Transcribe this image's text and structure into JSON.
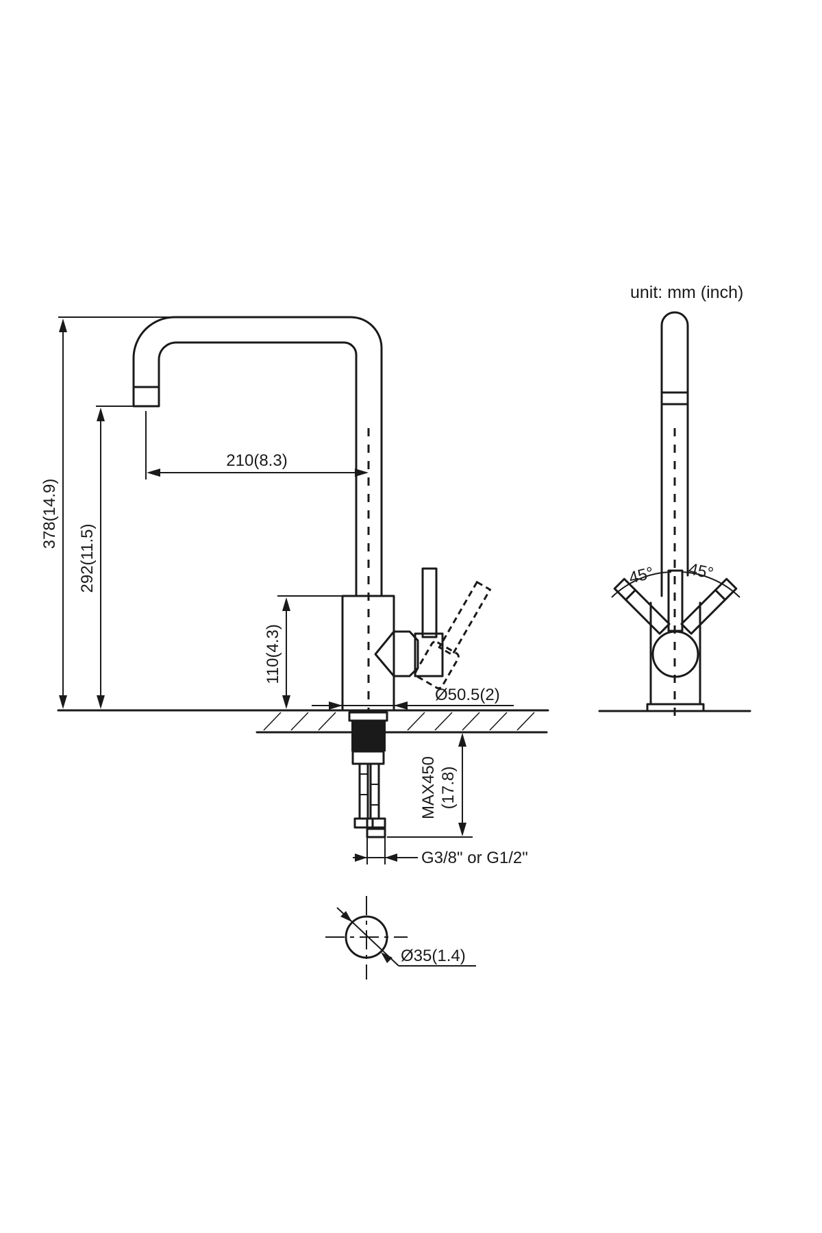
{
  "unit_label": "unit: mm (inch)",
  "dimensions": {
    "total_height": "378(14.9)",
    "spout_height": "292(11.5)",
    "spout_reach": "210(8.3)",
    "body_height": "110(4.3)",
    "base_diameter": "Ø50.5(2)",
    "max_counter_thickness": "MAX450",
    "max_counter_thickness_inch": "(17.8)",
    "connection_thread": "G3/8\" or G1/2\"",
    "hole_diameter": "Ø35(1.4)",
    "handle_angle_left": "45°",
    "handle_angle_right": "45°"
  },
  "colors": {
    "ink": "#1a1a1a",
    "background": "#ffffff"
  }
}
